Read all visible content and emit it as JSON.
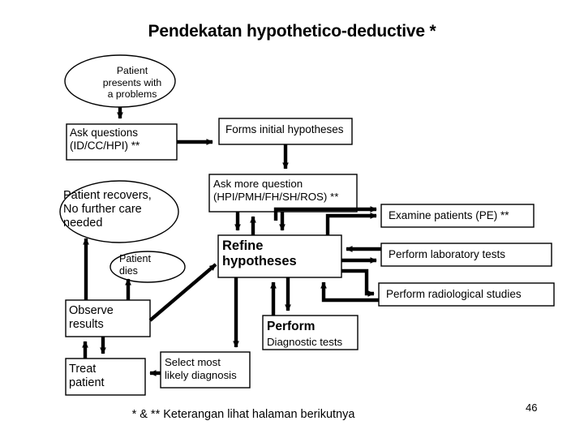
{
  "slide": {
    "title": "Pendekatan hypothetico-deductive *",
    "footnote": "* & ** Keterangan lihat halaman berikutnya",
    "page_number": "46"
  },
  "colors": {
    "stroke": "#000000",
    "fill": "#ffffff",
    "text": "#000000"
  },
  "nodes": {
    "patient_presents": {
      "label": "Patient\npresents with\na problems",
      "shape": "ellipse"
    },
    "ask_questions": {
      "label": "Ask questions\n(ID/CC/HPI) **",
      "shape": "rect"
    },
    "forms_initial_hypotheses": {
      "label": "Forms initial hypotheses",
      "shape": "rect"
    },
    "ask_more_question": {
      "label": "Ask more question\n(HPI/PMH/FH/SH/ROS) **",
      "shape": "rect"
    },
    "patient_recovers": {
      "label": "Patient recovers,\nNo further care\nneeded",
      "shape": "ellipse"
    },
    "patient_dies": {
      "label": "Patient\ndies",
      "shape": "ellipse"
    },
    "refine_hypotheses": {
      "label": "Refine\nhypotheses",
      "shape": "rect"
    },
    "examine_patients": {
      "label": "Examine patients (PE) **",
      "shape": "rect"
    },
    "perform_laboratory_tests": {
      "label": "Perform laboratory tests",
      "shape": "rect"
    },
    "perform_radiological_studies": {
      "label": "Perform radiological studies",
      "shape": "rect"
    },
    "perform_diagnostic_tests": {
      "label_bold": "Perform",
      "label_rest": "Diagnostic tests",
      "shape": "rect"
    },
    "observe_results": {
      "label": "Observe\nresults",
      "shape": "rect"
    },
    "treat_patient": {
      "label": "Treat\npatient",
      "shape": "rect"
    },
    "select_most_likely_diagnosis": {
      "label": "Select most\nlikely diagnosis",
      "shape": "rect"
    }
  }
}
